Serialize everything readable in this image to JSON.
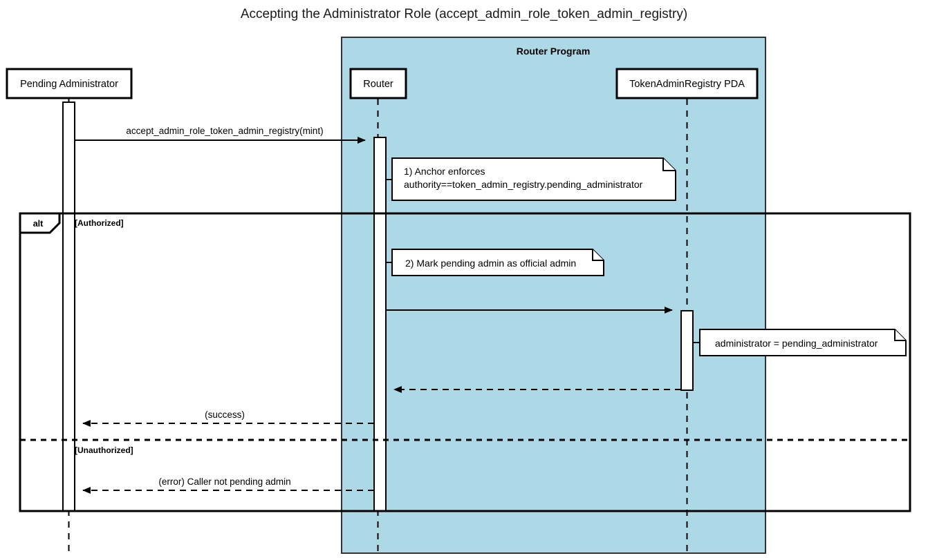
{
  "title": "Accepting the Administrator Role (accept_admin_role_token_admin_registry)",
  "colors": {
    "group_fill": "#add8e6",
    "stroke": "#000000",
    "background": "#ffffff"
  },
  "group": {
    "label": "Router Program"
  },
  "participants": [
    {
      "id": "pending_admin",
      "label": "Pending Administrator"
    },
    {
      "id": "router",
      "label": "Router"
    },
    {
      "id": "registry_pda",
      "label": "TokenAdminRegistry PDA"
    }
  ],
  "messages": [
    {
      "id": "m1",
      "label": "accept_admin_role_token_admin_registry(mint)",
      "from": "pending_admin",
      "to": "router",
      "style": "solid",
      "direction": "right"
    },
    {
      "id": "m2",
      "label": "",
      "from": "router",
      "to": "registry_pda",
      "style": "solid",
      "direction": "right"
    },
    {
      "id": "m3",
      "label": "",
      "from": "registry_pda",
      "to": "router",
      "style": "dashed",
      "direction": "left"
    },
    {
      "id": "m4",
      "label": "(success)",
      "from": "router",
      "to": "pending_admin",
      "style": "dashed",
      "direction": "left"
    },
    {
      "id": "m5",
      "label": "(error) Caller not pending admin",
      "from": "router",
      "to": "pending_admin",
      "style": "dashed",
      "direction": "left"
    }
  ],
  "notes": [
    {
      "id": "note1",
      "lines": [
        "1) Anchor enforces",
        "authority==token_admin_registry.pending_administrator"
      ],
      "attached_to": "router"
    },
    {
      "id": "note2",
      "lines": [
        "2) Mark pending admin as official admin"
      ],
      "attached_to": "router"
    },
    {
      "id": "note3",
      "lines": [
        "administrator = pending_administrator"
      ],
      "attached_to": "registry_pda"
    }
  ],
  "fragment": {
    "operator": "alt",
    "guards": [
      "[Authorized]",
      "[Unauthorized]"
    ]
  }
}
